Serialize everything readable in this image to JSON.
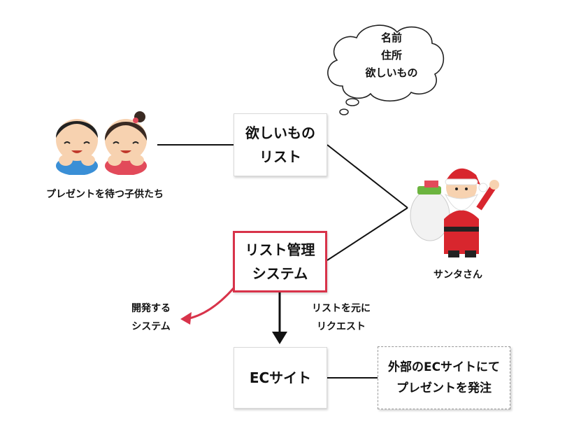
{
  "nodes": {
    "wishlist": {
      "line1": "欲しいもの",
      "line2": "リスト"
    },
    "list_system": {
      "line1": "リスト管理",
      "line2": "システム"
    },
    "ec_site": {
      "label": "ECサイト"
    },
    "external_ec": {
      "line1": "外部のECサイトにて",
      "line2": "プレゼントを発注"
    }
  },
  "thought_bubble": {
    "line1": "名前",
    "line2": "住所",
    "line3": "欲しいもの"
  },
  "labels": {
    "children": "プレゼントを待つ子供たち",
    "santa": "サンタさん",
    "develop_line1": "開発する",
    "develop_line2": "システム",
    "request_line1": "リストを元に",
    "request_line2": "リクエスト"
  },
  "colors": {
    "accent_red": "#d8334a",
    "line": "#111111"
  }
}
